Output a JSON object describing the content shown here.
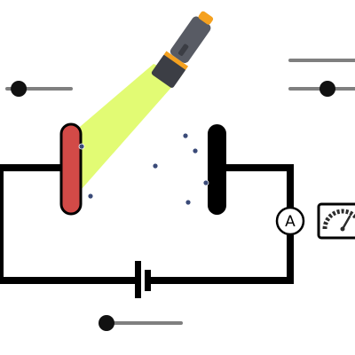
{
  "ammeter": {
    "label": "A"
  },
  "sliders": [
    {
      "id": "left-top",
      "value": 0.05
    },
    {
      "id": "right-top",
      "value": 0.6
    },
    {
      "id": "right-upper",
      "value": 1.0
    },
    {
      "id": "bottom",
      "value": 0.0
    }
  ],
  "colors": {
    "emitter_plate": "#d24a47",
    "collector_plate": "#000000",
    "light_beam": "#e2fb74",
    "flashlight_body": "#4d4f57",
    "flashlight_accent": "#f5a11f",
    "electron": "#3a4a78",
    "wire": "#000000"
  },
  "icons": [
    "flashlight-icon",
    "meter-icon",
    "battery-icon",
    "ammeter-icon"
  ]
}
